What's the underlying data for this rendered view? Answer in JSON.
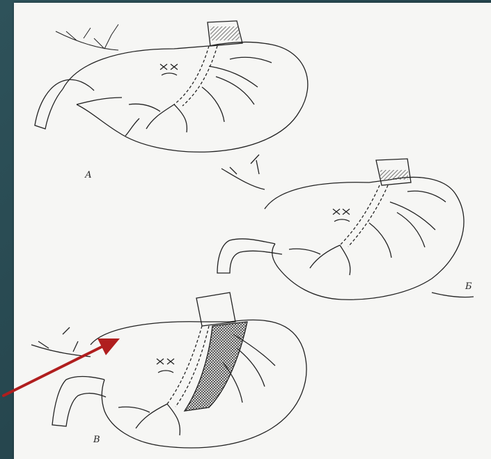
{
  "labels": {
    "a": "А",
    "b": "Б",
    "v": "В"
  },
  "colors": {
    "background": "#2a4a52",
    "paper": "#f6f6f4",
    "ink": "#222222",
    "hatch": "#555555",
    "arrow": "#b01e1e"
  }
}
